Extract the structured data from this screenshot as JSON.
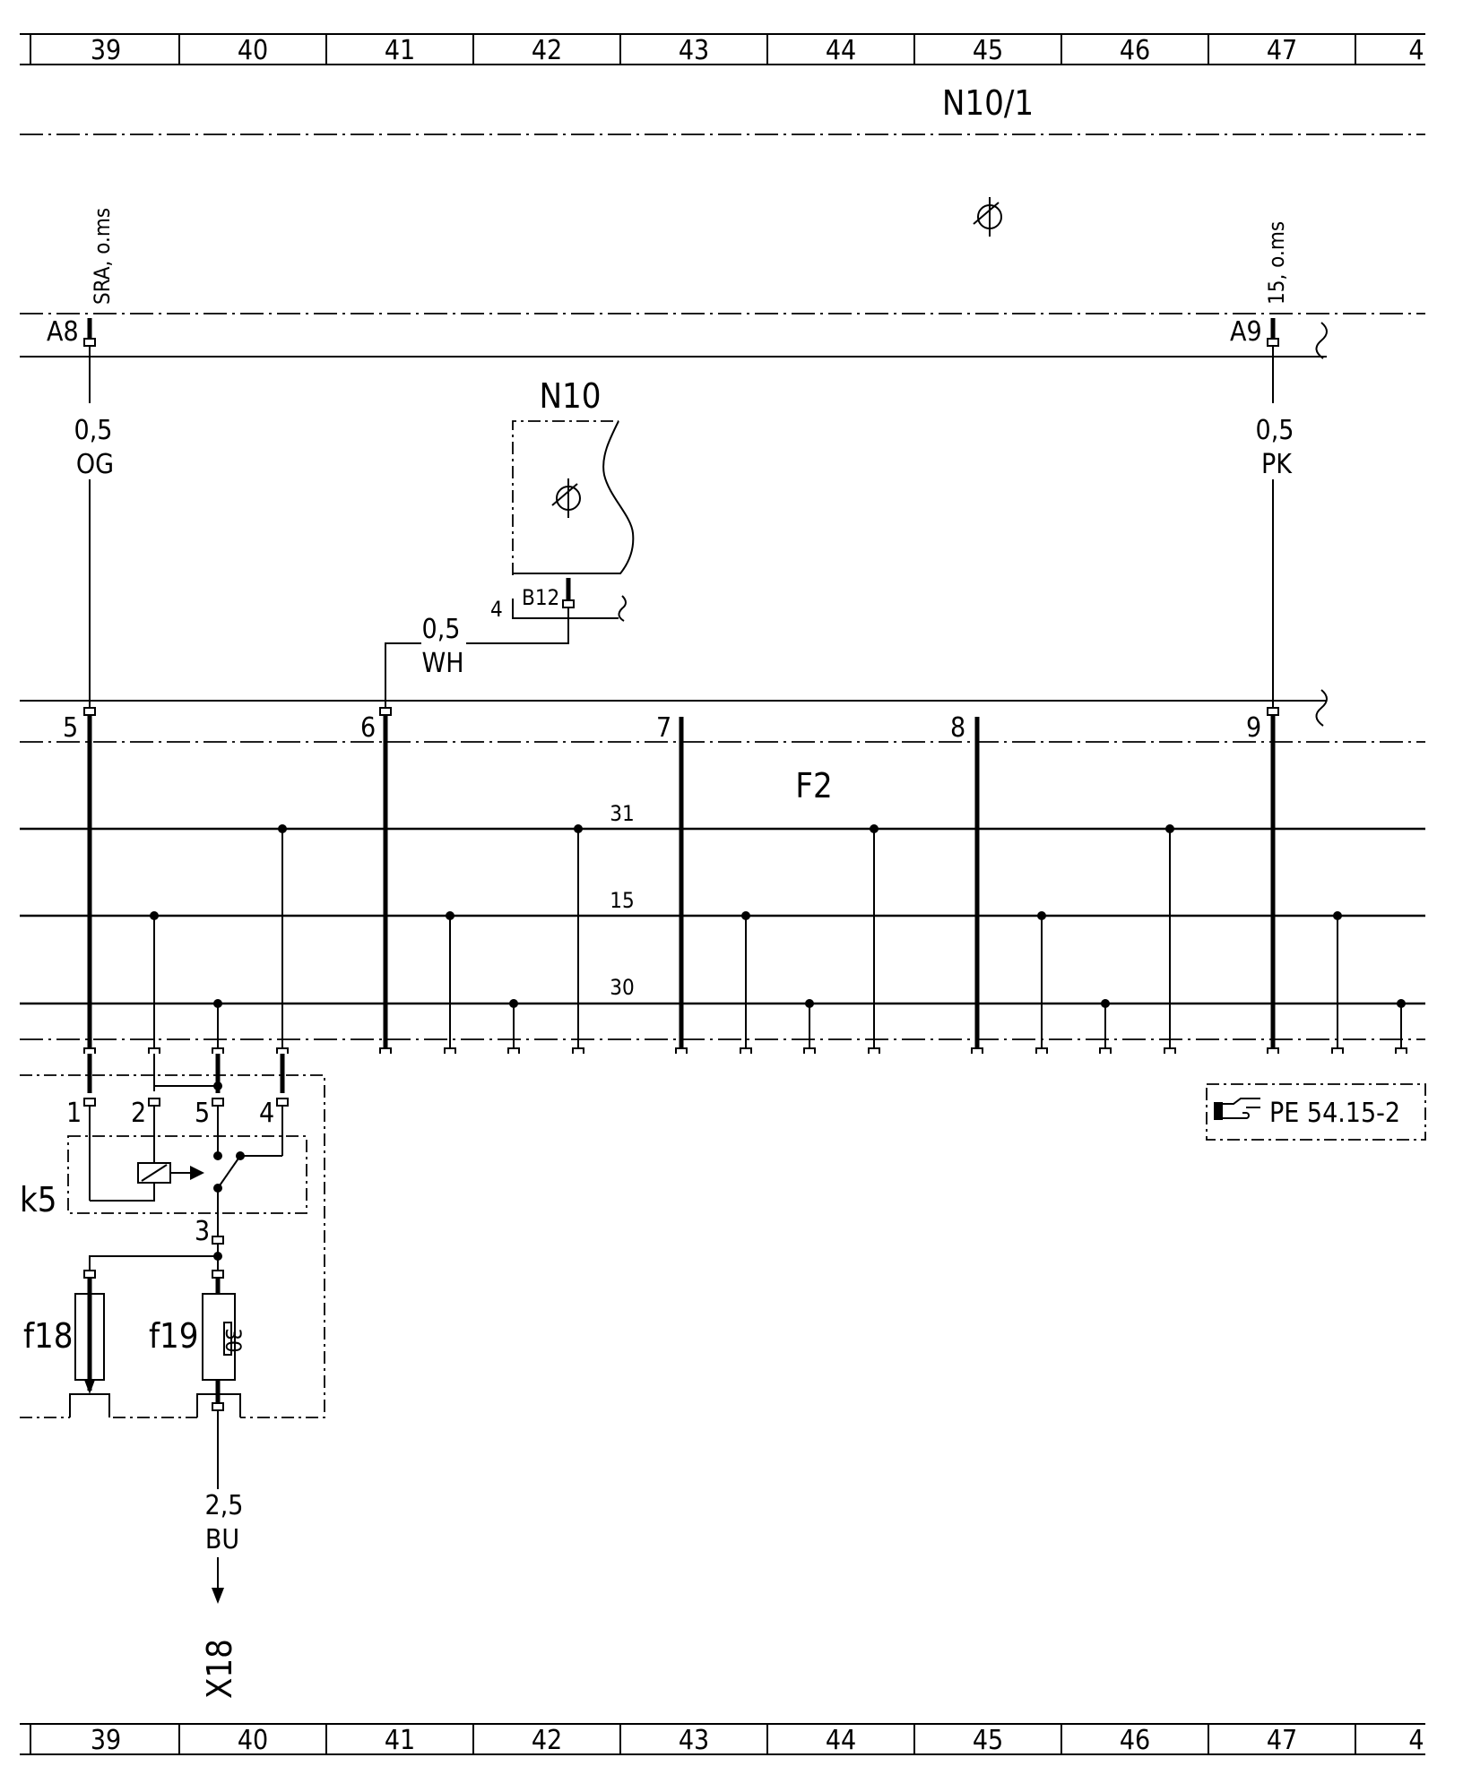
{
  "grid": {
    "columns": [
      "39",
      "40",
      "41",
      "42",
      "43",
      "44",
      "45",
      "46",
      "47",
      "4"
    ]
  },
  "modules": {
    "n10_1": "N10/1",
    "n10": "N10",
    "f2": "F2",
    "k5": "k5",
    "f18": "f18",
    "f19": "f19",
    "x18": "X18"
  },
  "connectors": {
    "a8": "A8",
    "a9": "A9",
    "b12": "B12",
    "b12_pin": "4"
  },
  "signals": {
    "a8": "SRA, o.ms",
    "a9": "15, o.ms"
  },
  "wires": {
    "w_a8": {
      "size": "0,5",
      "color": "OG"
    },
    "w_a9": {
      "size": "0,5",
      "color": "PK"
    },
    "w_b12": {
      "size": "0,5",
      "color": "WH"
    },
    "w_x18": {
      "size": "2,5",
      "color": "BU"
    }
  },
  "f2_pins": [
    "5",
    "6",
    "7",
    "8",
    "9"
  ],
  "rails": {
    "r31": "31",
    "r15": "15",
    "r30": "30"
  },
  "relay_pins": [
    "1",
    "2",
    "5",
    "4",
    "3"
  ],
  "fuse_rating": "30",
  "reference": "PE 54.15-2"
}
